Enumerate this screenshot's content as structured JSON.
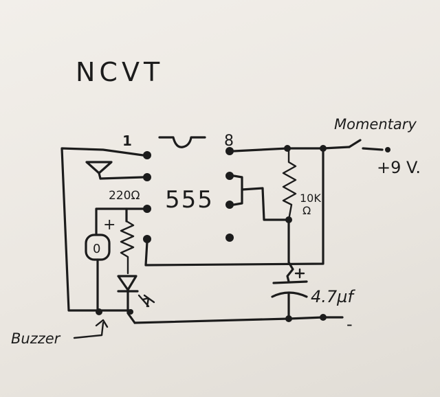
{
  "title": "NCVT",
  "ic": {
    "label": "555",
    "pin1": "1",
    "pin8": "8"
  },
  "labels": {
    "resistor_220": "220Ω",
    "resistor_10k_value": "10K",
    "resistor_10k_unit": "Ω",
    "capacitor": "4.7µf",
    "buzzer_plus": "+",
    "buzzer_symbol": "0",
    "switch": "Momentary",
    "supply": "+9 V.",
    "minus": "-",
    "buzzer": "Buzzer"
  },
  "ink_color": "#1c1c1c",
  "paper_color": "#efece7"
}
